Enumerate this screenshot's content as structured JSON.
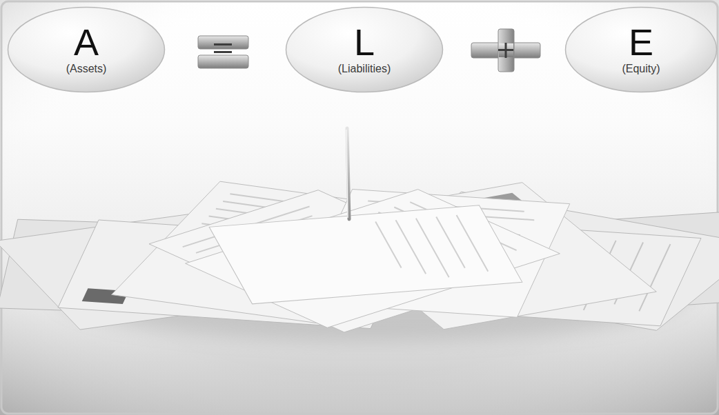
{
  "diagram": {
    "nodes": [
      {
        "text": [
          "A",
          "(Assets)"
        ]
      },
      {
        "text": [
          "L",
          "(Liabilities)"
        ]
      },
      {
        "text": [
          "E",
          "(Equity)"
        ]
      }
    ]
  }
}
